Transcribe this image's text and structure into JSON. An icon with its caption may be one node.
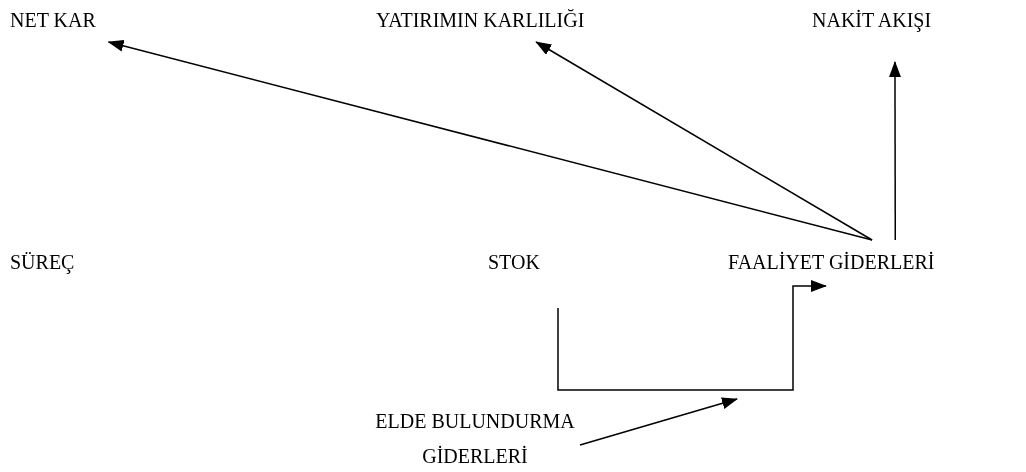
{
  "diagram": {
    "nodes": [
      {
        "text": [
          "NET KAR"
        ]
      },
      {
        "text": [
          "YATIRIMIN KARLILIĞI"
        ]
      },
      {
        "text": [
          "NAKİT AKIŞI"
        ]
      },
      {
        "text": [
          "SÜREÇ"
        ]
      },
      {
        "text": [
          "STOK"
        ]
      },
      {
        "text": [
          "FAALİYET GİDERLERİ"
        ]
      },
      {
        "text": [
          "ELDE BULUNDURMA GİDERLERİ"
        ]
      }
    ],
    "edges": [
      {
        "from": 5,
        "to": 0,
        "arrow": "to"
      },
      {
        "from": 5,
        "to": 1,
        "arrow": "to"
      },
      {
        "from": 5,
        "to": 2,
        "arrow": "to"
      },
      {
        "from": 4,
        "to": 5,
        "arrow": "to"
      },
      {
        "from": 6,
        "to": null,
        "arrow": "to"
      }
    ]
  }
}
